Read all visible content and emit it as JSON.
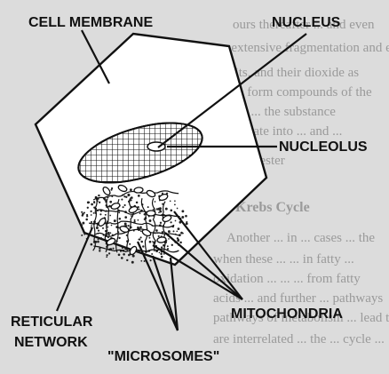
{
  "labels": {
    "cell_membrane": "CELL MEMBRANE",
    "nucleus": "NUCLEUS",
    "nucleolus": "NUCLEOLUS",
    "mitochondria": "MITOCHONDRIA",
    "reticular_network": [
      "RETICULAR",
      "NETWORK"
    ],
    "microsomes": "\"MICROSOMES\""
  },
  "background_text": {
    "lines": [
      "ours thereafter ... and even",
      "e extensive fragmentation and even",
      "carbon units, and their dioxide as",
      "tendency to form compounds of the",
      "ous deposits ... the substance",
      "may incorporate into ... and ...",
      "secrete into ... ester"
    ],
    "heading": "Krebs Cycle",
    "lines_after": [
      "Another ... in ... cases ... the",
      "when these ... ... in fatty ...",
      "oxidation ... ... ... from fatty",
      "acids ... and further ... pathways",
      "pathways of metabolism ... lead to",
      "are interrelated ... the ... cycle ..."
    ]
  }
}
